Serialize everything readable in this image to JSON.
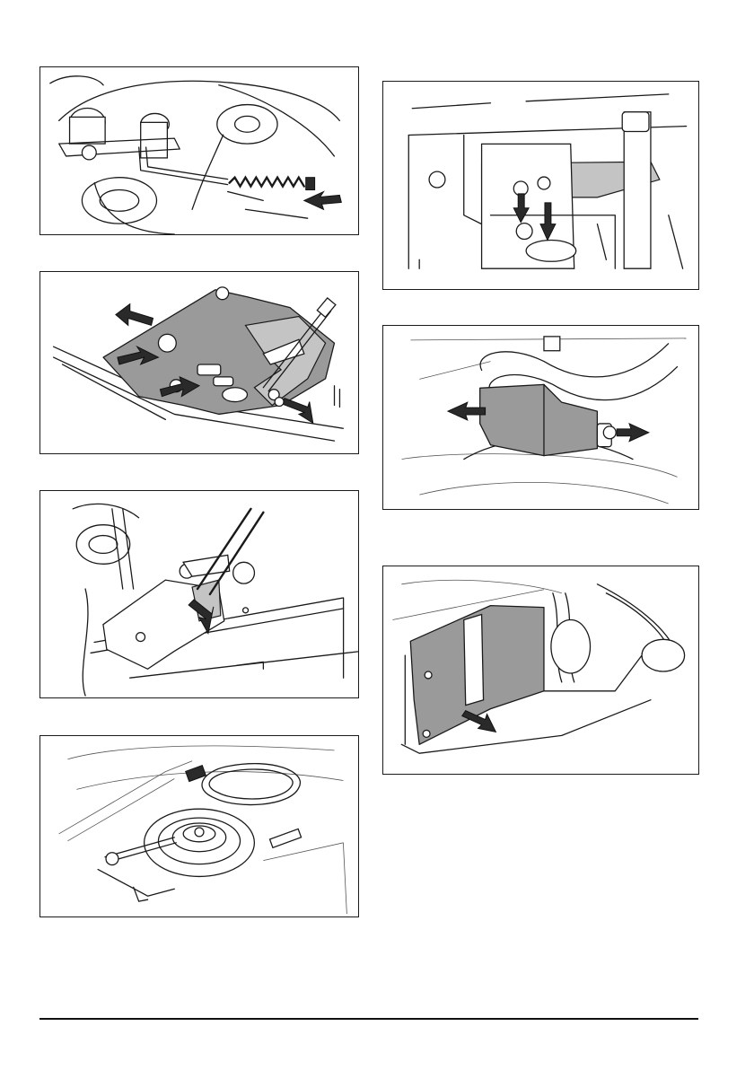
{
  "figures": [
    {
      "id": "fig-1",
      "callouts": []
    },
    {
      "id": "fig-2",
      "callouts": []
    },
    {
      "id": "fig-3",
      "callouts": []
    },
    {
      "id": "fig-4",
      "callouts": []
    },
    {
      "id": "fig-5",
      "callouts": []
    },
    {
      "id": "fig-6",
      "callouts": []
    },
    {
      "id": "fig-7",
      "callouts": []
    }
  ],
  "colors": {
    "line": "#1a1a1a",
    "part_fill": "#9a9a9a",
    "background": "#ffffff"
  },
  "icons": [
    "pull-arrow-icon",
    "push-arrow-icon",
    "callout-circle-icon"
  ]
}
